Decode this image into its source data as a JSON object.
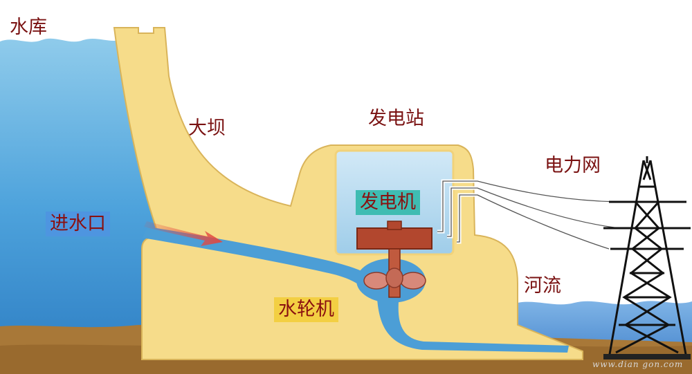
{
  "labels": {
    "reservoir": "水库",
    "dam": "大坝",
    "power_station": "发电站",
    "intake": "进水口",
    "generator": "发电机",
    "grid": "电力网",
    "river": "河流",
    "turbine": "水轮机"
  },
  "watermark": "www.dian gon.com",
  "colors": {
    "reservoir_water": "#3e95d6",
    "dam_sand": "#f6dc8a",
    "dam_outline": "#d9b45a",
    "channel_water": "#4c9ed6",
    "generator_house": "#b3d8ef",
    "generator_label_bg": "#3fbcb2",
    "intake_label_bg": "#4e95e0",
    "turbine_label_bg": "#f3cf43",
    "rotor": "#b2472e",
    "ground": "#a87838",
    "label_text": "#7a1212"
  }
}
